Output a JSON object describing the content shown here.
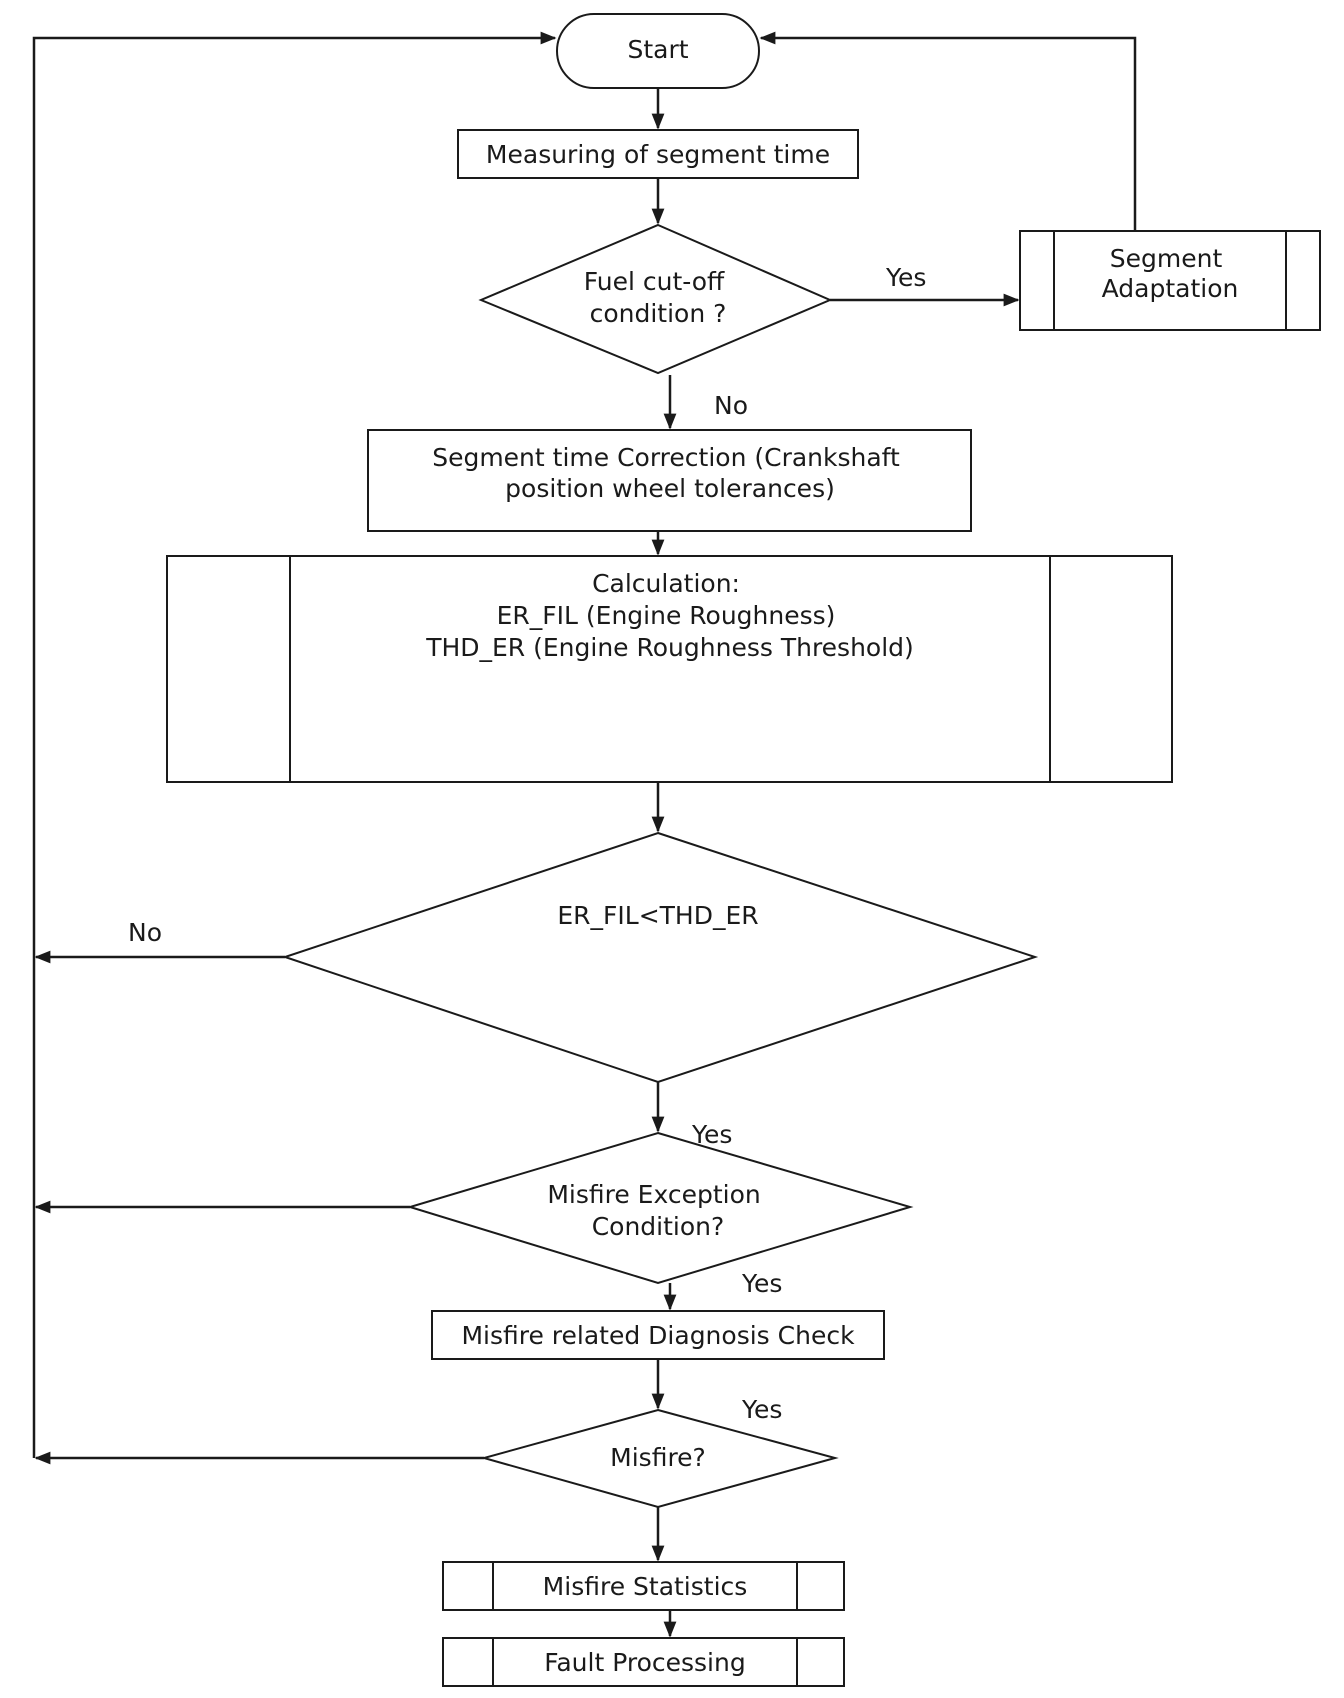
{
  "nodes": {
    "start": "Start",
    "measure": "Measuring of segment time",
    "fuel_cutoff": [
      "Fuel cut-off",
      "condition ?"
    ],
    "segment_adaptation": [
      "Segment",
      "Adaptation"
    ],
    "correction": [
      "Segment time Correction (Crankshaft",
      "position wheel tolerances)"
    ],
    "calculation": [
      "Calculation:",
      "ER_FIL (Engine Roughness)",
      "THD_ER (Engine Roughness Threshold)"
    ],
    "er_compare": "ER_FIL<THD_ER",
    "exception": [
      "Misfire Exception",
      "Condition?"
    ],
    "diag_check": "Misfire related Diagnosis Check",
    "misfire": "Misfire?",
    "statistics": "Misfire Statistics",
    "fault": "Fault Processing"
  },
  "edge_labels": {
    "fuel_yes": "Yes",
    "fuel_no": "No",
    "er_no": "No",
    "er_yes": "Yes",
    "exception_yes": "Yes",
    "misfire_yes": "Yes"
  }
}
